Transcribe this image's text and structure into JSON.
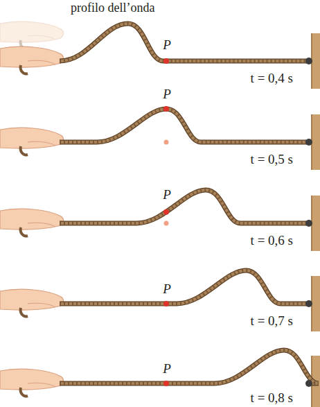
{
  "diagram": {
    "labels": [
      "profilo dell’onda",
      "P",
      "t = 0,4 s",
      "P",
      "t = 0,5 s",
      "P",
      "t = 0,6 s",
      "P",
      "t = 0,7 s",
      "P",
      "t = 0,8 s"
    ]
  }
}
